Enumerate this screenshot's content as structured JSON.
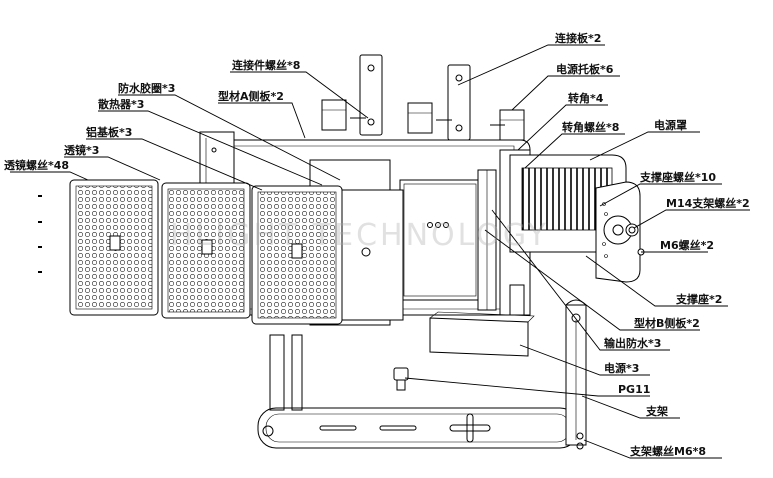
{
  "watermark": "HLIGHT TECHNOLOGY",
  "labels": {
    "connect_plate": "连接板*2",
    "connector_screw": "连接件螺丝*8",
    "psu_bracket": "电源托板*6",
    "waterproof_ring": "防水胶圈*3",
    "profile_a_side": "型材A侧板*2",
    "corner": "转角*4",
    "heatsink": "散热器*3",
    "corner_screw": "转角螺丝*8",
    "psu_cover": "电源罩",
    "aluminum_board": "铝基板*3",
    "lens": "透镜*3",
    "lens_screw": "透镜螺丝*48",
    "bracket_seat_screw": "支撑座螺丝*10",
    "m14_screw": "M14支架螺丝*2",
    "m6_screw": "M6螺丝*2",
    "bracket_seat": "支撑座*2",
    "profile_b_side": "型材B侧板*2",
    "output_waterproof": "输出防水*3",
    "power_supply": "电源*3",
    "pg11": "PG11",
    "stand": "支架",
    "stand_screw": "支架螺丝M6*8"
  }
}
